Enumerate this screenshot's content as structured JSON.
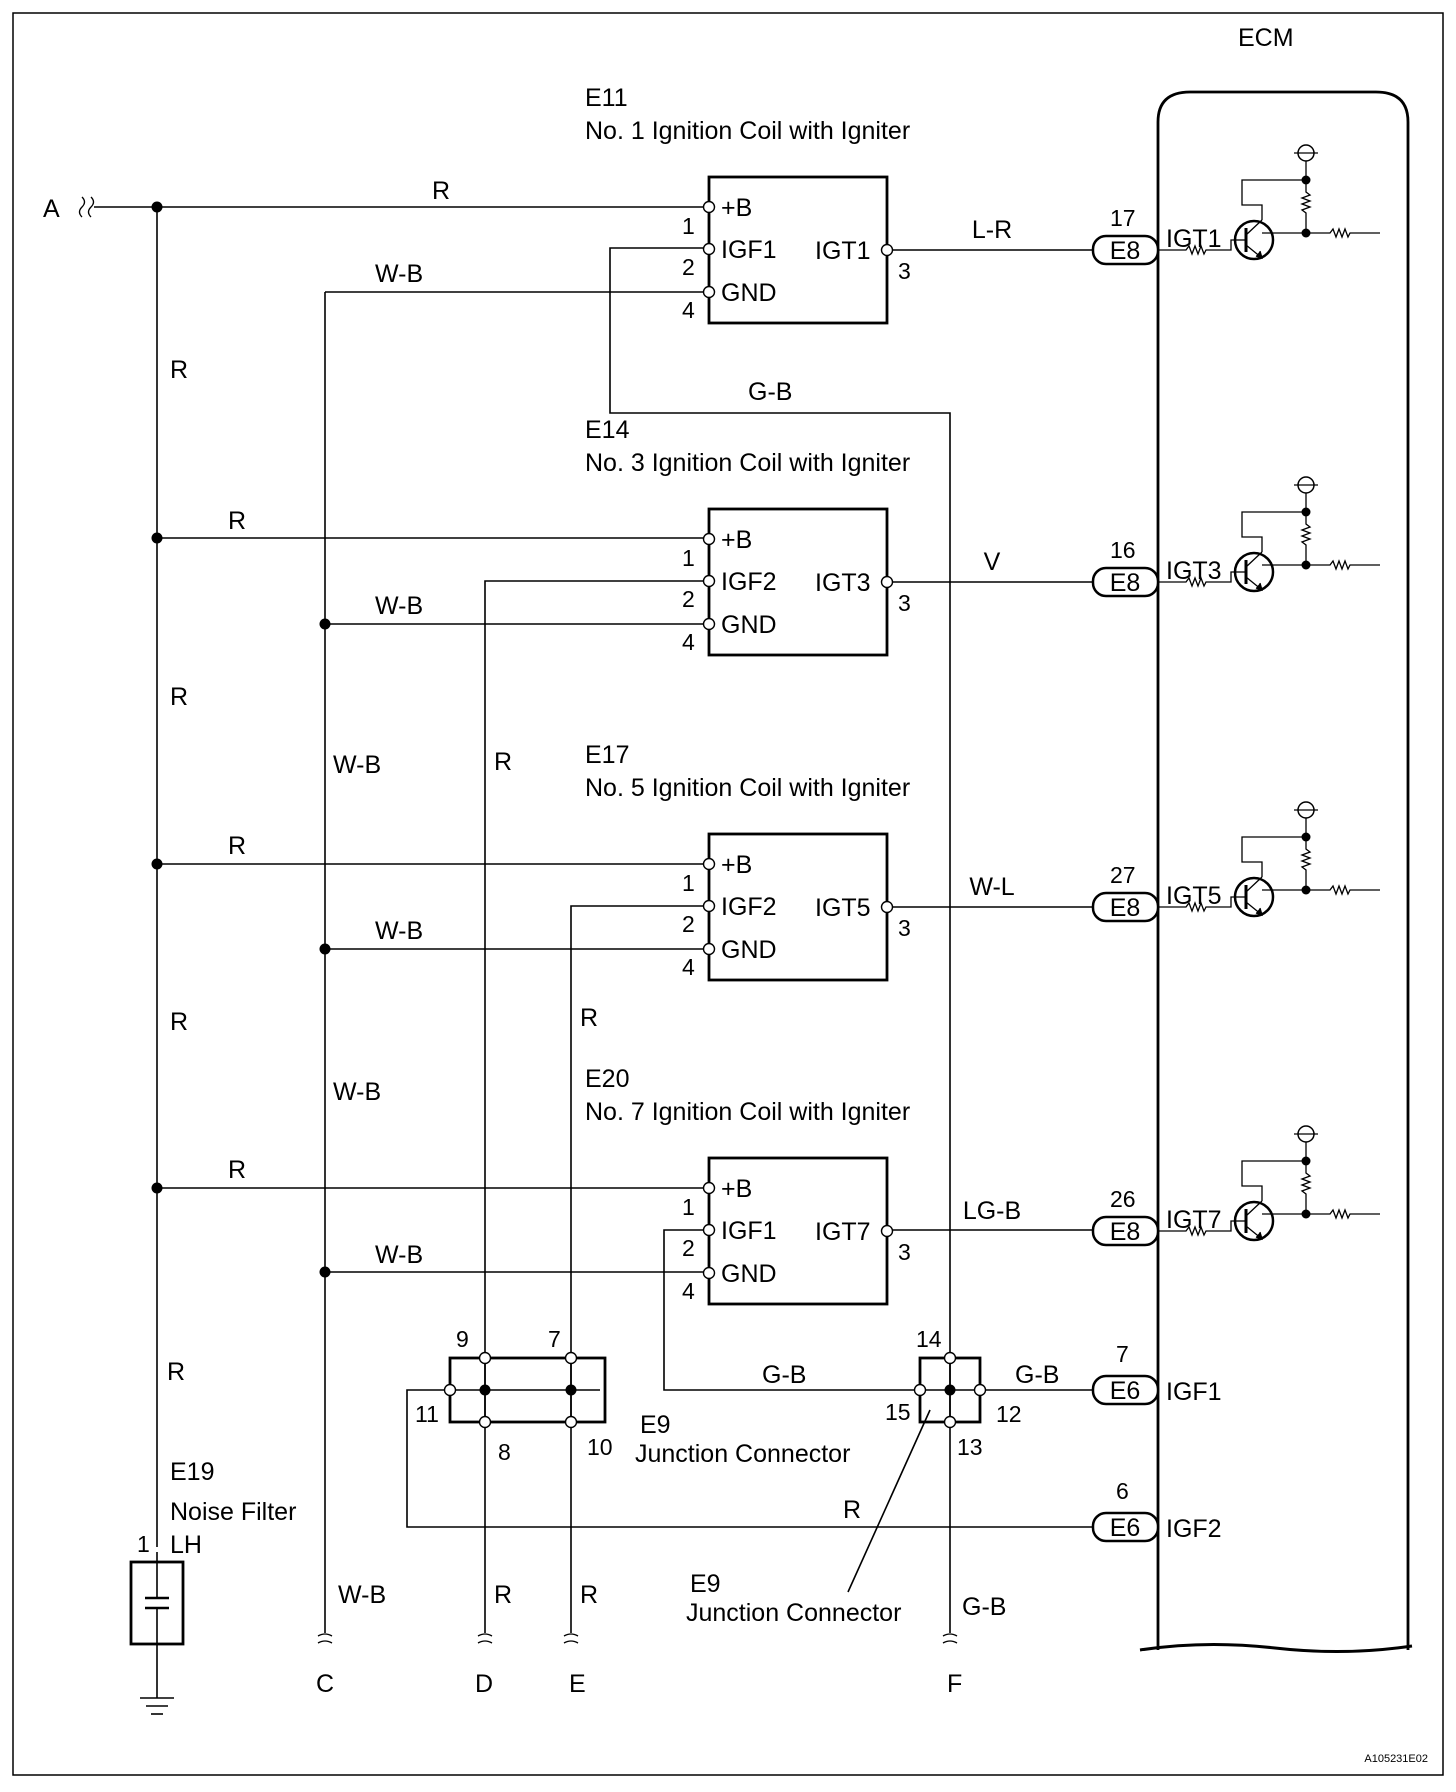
{
  "ecm": {
    "label": "ECM"
  },
  "figure_id": "A105231E02",
  "input": {
    "label": "A"
  },
  "ground_branches": [
    "C",
    "D",
    "E",
    "F"
  ],
  "coils": [
    {
      "id": "E11",
      "name": "No. 1 Ignition Coil with Igniter",
      "pin_b": "+B",
      "pin_igf": "IGF1",
      "pin_igt": "IGT1",
      "pin_gnd": "GND",
      "n1": "1",
      "n2": "2",
      "n3": "3",
      "n4": "4",
      "wire_b": "R",
      "wire_gnd": "W-B",
      "wire_igt": "L-R",
      "ecm_pin": "17",
      "ecm_connector": "E8",
      "ecm_signal": "IGT1"
    },
    {
      "id": "E14",
      "name": "No. 3 Ignition Coil with Igniter",
      "pin_b": "+B",
      "pin_igf": "IGF2",
      "pin_igt": "IGT3",
      "pin_gnd": "GND",
      "n1": "1",
      "n2": "2",
      "n3": "3",
      "n4": "4",
      "wire_b": "R",
      "wire_gnd": "W-B",
      "wire_igt": "V",
      "ecm_pin": "16",
      "ecm_connector": "E8",
      "ecm_signal": "IGT3"
    },
    {
      "id": "E17",
      "name": "No. 5 Ignition Coil with Igniter",
      "pin_b": "+B",
      "pin_igf": "IGF2",
      "pin_igt": "IGT5",
      "pin_gnd": "GND",
      "n1": "1",
      "n2": "2",
      "n3": "3",
      "n4": "4",
      "wire_b": "R",
      "wire_gnd": "W-B",
      "wire_igt": "W-L",
      "ecm_pin": "27",
      "ecm_connector": "E8",
      "ecm_signal": "IGT5"
    },
    {
      "id": "E20",
      "name": "No. 7 Ignition Coil with Igniter",
      "pin_b": "+B",
      "pin_igf": "IGF1",
      "pin_igt": "IGT7",
      "pin_gnd": "GND",
      "n1": "1",
      "n2": "2",
      "n3": "3",
      "n4": "4",
      "wire_b": "R",
      "wire_gnd": "W-B",
      "wire_igt": "LG-B",
      "ecm_pin": "26",
      "ecm_connector": "E8",
      "ecm_signal": "IGT7"
    }
  ],
  "wires": {
    "power_trunk": "R",
    "ground_trunk": "W-B",
    "igf1_bus": "G-B",
    "igf2_bus": "R"
  },
  "junction_left": {
    "id": "E9",
    "name": "Junction Connector",
    "pins": [
      "9",
      "7",
      "11",
      "8",
      "10"
    ]
  },
  "junction_right": {
    "id": "E9",
    "name": "Junction Connector",
    "pins": [
      "14",
      "15",
      "12",
      "13"
    ]
  },
  "ecm_igf1": {
    "pin": "7",
    "connector": "E6",
    "signal": "IGF1",
    "wire": "G-B"
  },
  "ecm_igf2": {
    "pin": "6",
    "connector": "E6",
    "signal": "IGF2",
    "wire": "R"
  },
  "noise_filter": {
    "id": "E19",
    "name": "Noise Filter",
    "side": "LH",
    "pin": "1"
  },
  "bottom_wires": {
    "c": "W-B",
    "d": "R",
    "e": "R",
    "f": "G-B"
  }
}
